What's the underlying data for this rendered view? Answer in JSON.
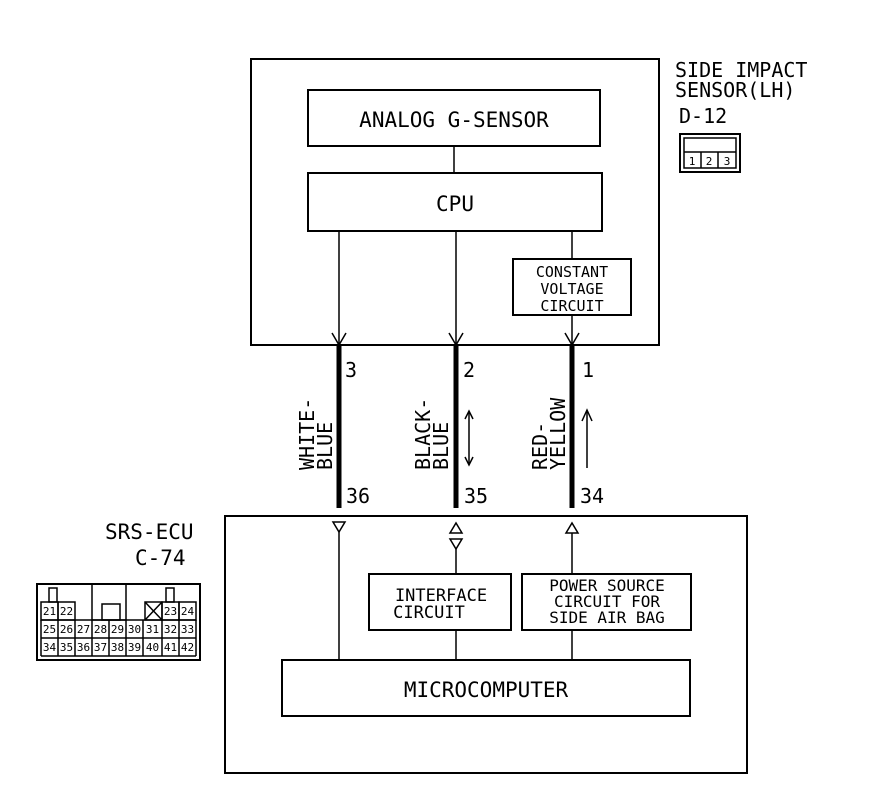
{
  "sensor": {
    "title_line1": "SIDE IMPACT",
    "title_line2": "SENSOR(LH)",
    "connector_id": "D-12",
    "connector_pins": [
      "1",
      "2",
      "3"
    ],
    "blocks": {
      "g_sensor": "ANALOG G-SENSOR",
      "cpu": "CPU",
      "constant_voltage": [
        "CONSTANT",
        "VOLTAGE",
        "CIRCUIT"
      ]
    }
  },
  "wires": [
    {
      "color_line1": "WHITE-",
      "color_line2": "BLUE",
      "sensor_pin": "3",
      "ecu_pin": "36"
    },
    {
      "color_line1": "BLACK-",
      "color_line2": "BLUE",
      "sensor_pin": "2",
      "ecu_pin": "35"
    },
    {
      "color_line1": "RED-",
      "color_line2": "YELLOW",
      "sensor_pin": "1",
      "ecu_pin": "34"
    }
  ],
  "ecu": {
    "title": "SRS-ECU",
    "connector_id": "C-74",
    "blocks": {
      "interface": [
        "INTERFACE",
        "CIRCUIT"
      ],
      "power_source": [
        "POWER SOURCE",
        "CIRCUIT FOR",
        "SIDE AIR BAG"
      ],
      "microcomputer": "MICROCOMPUTER"
    },
    "connector_top_row": [
      "21",
      "22",
      "23",
      "24"
    ],
    "connector_mid_row": [
      "25",
      "26",
      "27",
      "28",
      "29",
      "30",
      "31",
      "32",
      "33"
    ],
    "connector_bottom_row": [
      "34",
      "35",
      "36",
      "37",
      "38",
      "39",
      "40",
      "41",
      "42"
    ]
  }
}
